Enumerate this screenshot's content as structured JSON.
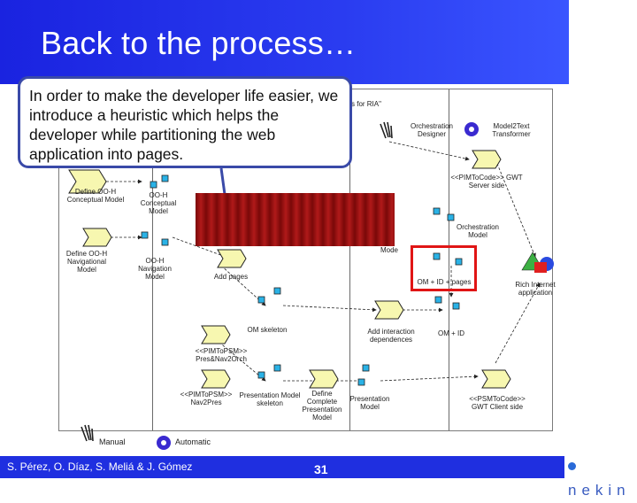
{
  "slide": {
    "title": "Back to the process…",
    "callout": "In order to make the developer life easier, we introduce a heuristic which helps the developer while partitioning the web application into pages.",
    "footer_authors": "S. Pérez, O. Díaz, S. Meliá & J. Gómez",
    "page_number": "31",
    "logo_text": "nekin"
  },
  "diagram": {
    "header_fragment": "s for RIA\"",
    "labels": {
      "orchestration_designer": "Orchestration Designer",
      "model2text": "Model2Text Transformer",
      "gwt_server": "<<PIMToCode>> GWT Server side",
      "define_ooh_conceptual": "Define OO-H Conceptual Model",
      "ooh_conceptual": "OO-H Conceptual Model",
      "orchestration_model": "Orchestration Model",
      "define_ooh_nav": "Define OO-H Navigational Model",
      "ooh_nav": "OO-H Navigation Model",
      "add_pages": "Add pages",
      "mode": "Mode",
      "om_id_pages": "OM + ID + pages",
      "rich_internet": "Rich Internet application",
      "om_skeleton": "OM skeleton",
      "add_interaction": "Add interaction dependences",
      "om_id": "OM + ID",
      "pim_to_psm_pres": "<<PIMToPSM>> Pres&Nav2Orch",
      "pim_to_psm_nav": "<<PIMToPSM>> Nav2Pres",
      "presentation_skeleton": "Presentation Model skeleton",
      "define_complete": "Define Complete Presentation Model",
      "presentation_model": "Presentation Model",
      "gwt_client": "<<PSMToCode>> GWT Client side",
      "legend_manual": "Manual",
      "legend_automatic": "Automatic"
    }
  }
}
